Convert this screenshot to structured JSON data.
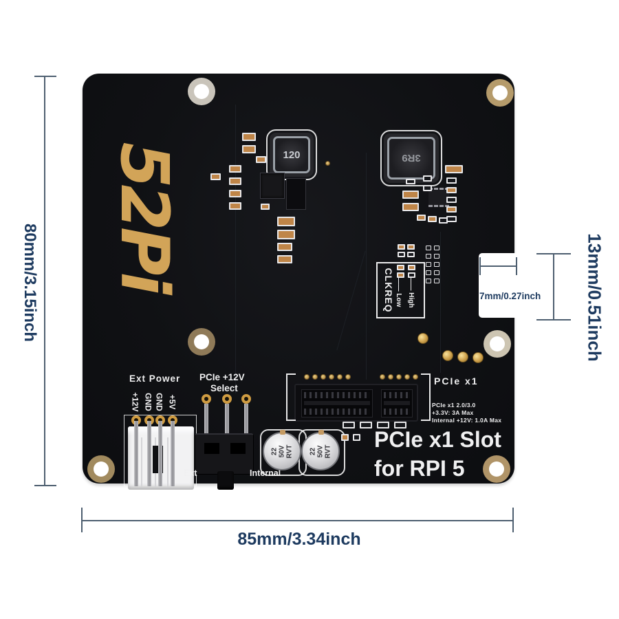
{
  "product": {
    "logo": "52Pi",
    "title_line1": "PCIe x1 Slot",
    "title_line2": "for RPI 5"
  },
  "dimensions": {
    "board_height": "80mm/3.15inch",
    "board_width": "85mm/3.34inch",
    "notch_depth": "7mm/0.27inch",
    "notch_height": "13mm/0.51inch"
  },
  "silkscreen": {
    "ext_power": "Ext Power",
    "power_pins": [
      "+12V",
      "GND",
      "GND",
      "+5V"
    ],
    "select_line1": "PCIe +12V",
    "select_line2": "Select",
    "switch_ext": "Ext",
    "switch_internal": "Internal",
    "clkreq": "CLKREQ",
    "clkreq_high": "—— High",
    "clkreq_low": "—— Low",
    "pcie_label": "PCIe x1",
    "spec_line1": "PCIe x1 2.0/3.0",
    "spec_line2": "+3.3V: 3A Max",
    "spec_line3": "Internal +12V: 1.0A Max"
  },
  "components": {
    "inductor_small_label": "120",
    "inductor_large_label": "3R9",
    "cap_lines": [
      "22",
      "50V",
      "RVT"
    ]
  },
  "colors": {
    "board": "#101114",
    "logo_gold": "#d2a458",
    "dimension_text": "#1d3a5f",
    "dimension_line": "#4d5e6f",
    "silkscreen": "#f0f0f1"
  }
}
